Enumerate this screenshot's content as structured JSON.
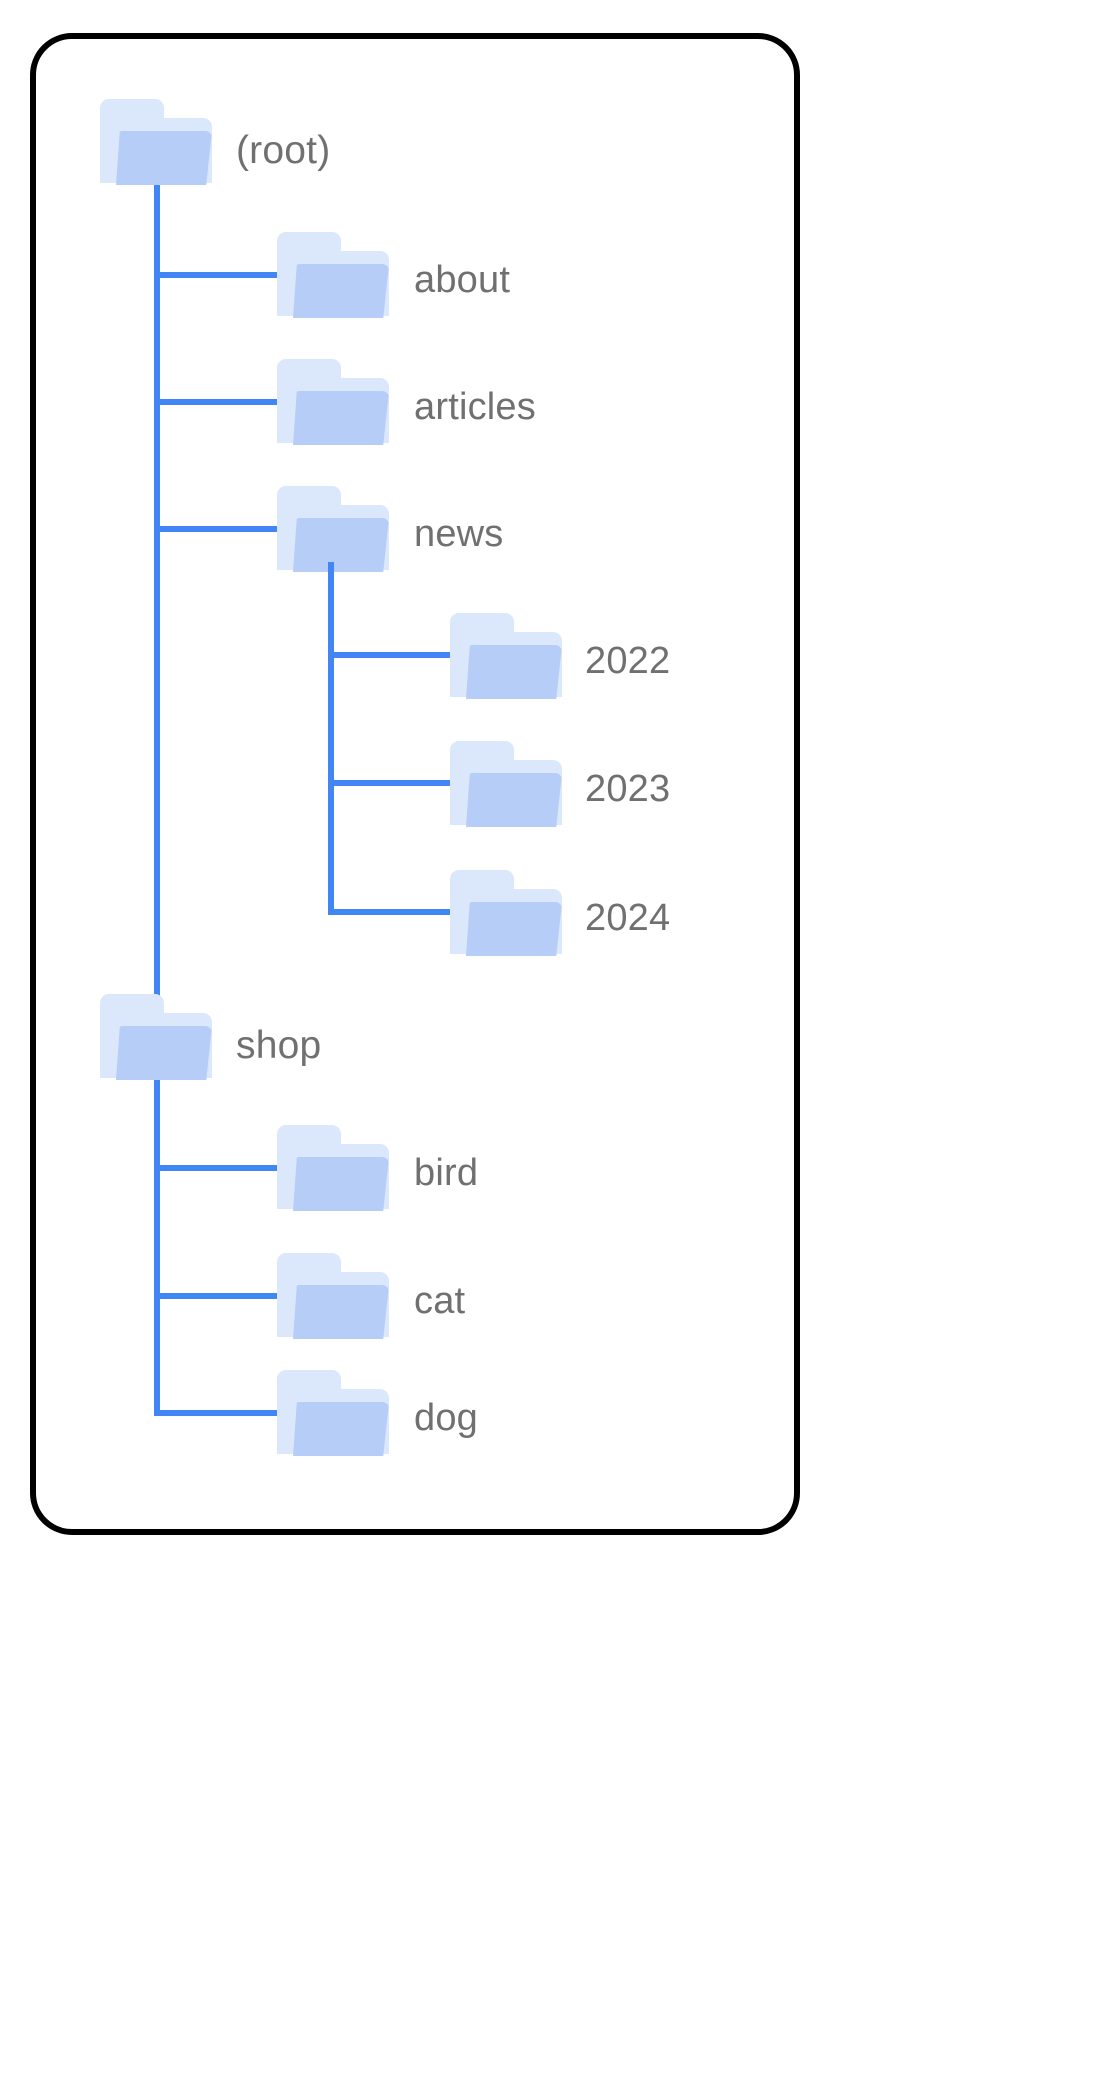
{
  "diagram": {
    "title": "folder-tree",
    "colors": {
      "connector": "#4285f4",
      "folder_front": "#b6cdf8",
      "folder_back": "#dbe7fb",
      "label_text": "#707070",
      "card_border": "#000000",
      "background": "#ffffff"
    },
    "nodes": [
      {
        "id": "root",
        "label": "(root)",
        "depth": 0
      },
      {
        "id": "about",
        "label": "about",
        "depth": 1
      },
      {
        "id": "articles",
        "label": "articles",
        "depth": 1
      },
      {
        "id": "news",
        "label": "news",
        "depth": 1
      },
      {
        "id": "news2022",
        "label": "2022",
        "depth": 2
      },
      {
        "id": "news2023",
        "label": "2023",
        "depth": 2
      },
      {
        "id": "news2024",
        "label": "2024",
        "depth": 2
      },
      {
        "id": "shop",
        "label": "shop",
        "depth": 0
      },
      {
        "id": "bird",
        "label": "bird",
        "depth": 1
      },
      {
        "id": "cat",
        "label": "cat",
        "depth": 1
      },
      {
        "id": "dog",
        "label": "dog",
        "depth": 1
      }
    ],
    "icons": {
      "folder": "folder-icon"
    }
  }
}
